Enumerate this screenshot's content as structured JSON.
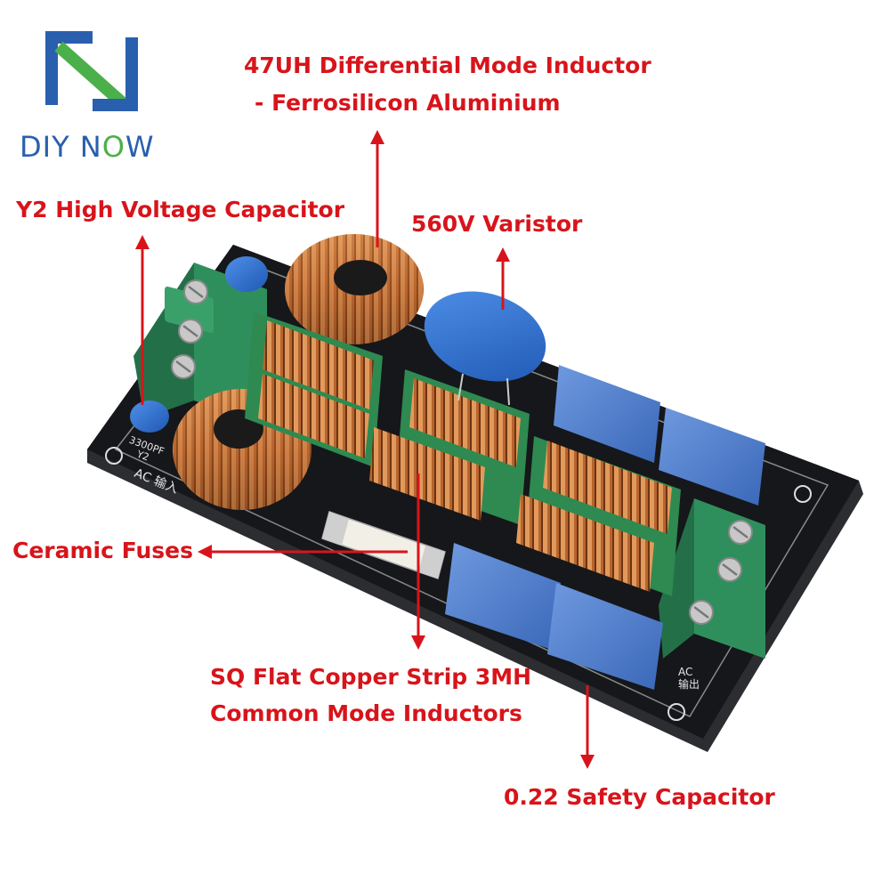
{
  "brand": {
    "name_part1": "DIY N",
    "name_part2": "O",
    "name_part3": "W",
    "color_blue": "#2a5fae",
    "color_green": "#4bb049"
  },
  "labels": {
    "inductor_diff_line1": "47UH Differential Mode Inductor",
    "inductor_diff_line2": "- Ferrosilicon Aluminium",
    "y2_capacitor": "Y2 High Voltage Capacitor",
    "varistor": "560V Varistor",
    "fuses": "Ceramic Fuses",
    "common_mode_line1": "SQ Flat Copper Strip 3MH",
    "common_mode_line2": "Common Mode Inductors",
    "safety_capacitor": "0.22 Safety Capacitor"
  },
  "board_text": {
    "ac_input": "AC 输入",
    "ac_output": "AC 输出",
    "cap_value": "3300PF",
    "cap_type": "Y2"
  },
  "colors": {
    "label_red": "#d8141b",
    "pcb_black": "#15171a",
    "terminal_green": "#2f8f5c",
    "copper": "#b8642e",
    "capacitor_blue": "#4f7fd0",
    "varistor_blue": "#2a6fd0"
  }
}
